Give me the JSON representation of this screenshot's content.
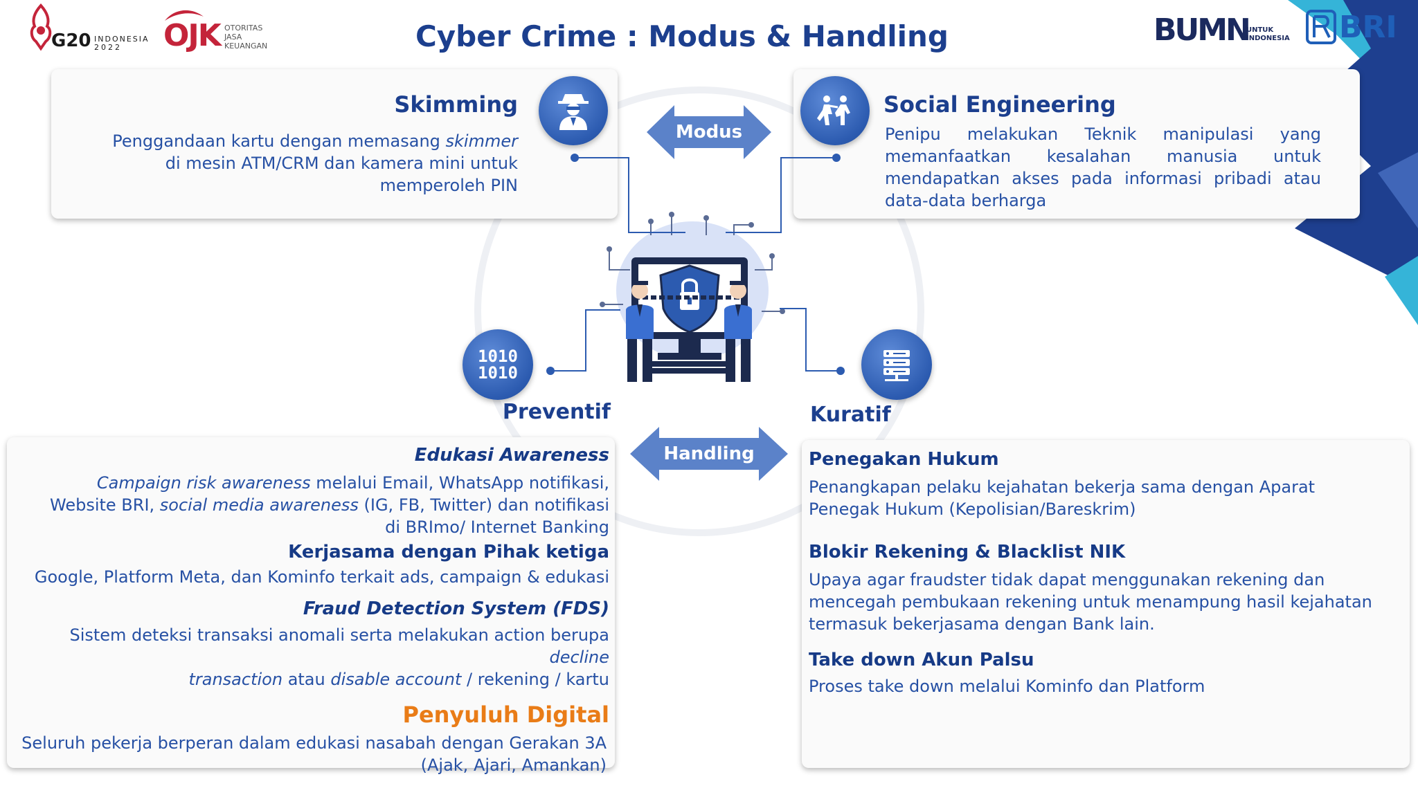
{
  "header": {
    "title": "Cyber Crime : Modus & Handling",
    "g20_text": "G20",
    "g20_sub1": "INDONESIA",
    "g20_sub2": "2022",
    "ojk_text": "OJK",
    "ojk_sub1": "OTORITAS",
    "ojk_sub2": "JASA",
    "ojk_sub3": "KEUANGAN",
    "bumn_text": "BUMN",
    "bumn_sub1": "UNTUK",
    "bumn_sub2": "INDONESIA",
    "bri_text": "BRI"
  },
  "arrows": {
    "modus": "Modus",
    "handling": "Handling"
  },
  "skimming": {
    "title": "Skimming",
    "line1_a": "Penggandaan kartu dengan memasang ",
    "line1_b": "skimmer",
    "line2": "di mesin ATM/CRM dan kamera mini untuk",
    "line3": "memperoleh PIN"
  },
  "social": {
    "title": "Social Engineering",
    "line1_words": [
      "Penipu",
      "melakukan",
      "Teknik",
      "manipulasi",
      "yang"
    ],
    "line2_words": [
      "memanfaatkan",
      "kesalahan",
      "manusia",
      "untuk"
    ],
    "line3_words": [
      "mendapatkan",
      "akses",
      "pada",
      "informasi",
      "pribadi",
      "atau"
    ],
    "line4": "data-data berharga"
  },
  "preventif": {
    "label": "Preventif",
    "icon_line1": "1010",
    "icon_line2": "1010",
    "s1_title": "Edukasi Awareness",
    "s1_l1_a": "Campaign risk awareness",
    "s1_l1_b": " melalui Email, WhatsApp notifikasi,",
    "s1_l2_a": "Website BRI, ",
    "s1_l2_b": "social media awareness",
    "s1_l2_c": " (IG, FB, Twitter) dan notifikasi",
    "s1_l3": "di BRImo/ Internet Banking",
    "s2_title": "Kerjasama dengan Pihak ketiga",
    "s2_l1": "Google, Platform Meta, dan Kominfo terkait ads, campaign & edukasi",
    "s3_title": "Fraud Detection System (FDS)",
    "s3_l1_a": "Sistem deteksi transaksi anomali serta melakukan action berupa ",
    "s3_l1_b": "decline",
    "s3_l2_a": "transaction",
    "s3_l2_b": " atau ",
    "s3_l2_c": "disable account",
    "s3_l2_d": " / rekening / kartu",
    "s4_title": "Penyuluh Digital",
    "s4_l1": "Seluruh pekerja berperan dalam edukasi nasabah dengan Gerakan 3A",
    "s4_l2": "(Ajak, Ajari, Amankan)"
  },
  "kuratif": {
    "label": "Kuratif",
    "s1_title": "Penegakan Hukum",
    "s1_l1": "Penangkapan pelaku kejahatan bekerja sama dengan Aparat",
    "s1_l2": "Penegak Hukum (Kepolisian/Bareskrim)",
    "s2_title": "Blokir Rekening & Blacklist NIK",
    "s2_l1": "Upaya agar fraudster tidak dapat menggunakan rekening dan",
    "s2_l2": "mencegah pembukaan rekening untuk menampung hasil kejahatan",
    "s2_l3": "termasuk bekerjasama dengan Bank lain.",
    "s3_title": "Take down Akun Palsu",
    "s3_l1": "Proses take down melalui Kominfo dan Platform"
  },
  "colors": {
    "title_blue": "#1c3f8e",
    "text_blue": "#2650a4",
    "orange": "#e97c17",
    "arrow_blue": "#5b82c9",
    "corner_navy": "#1e3f8f",
    "corner_cyan": "#35b4d8"
  }
}
